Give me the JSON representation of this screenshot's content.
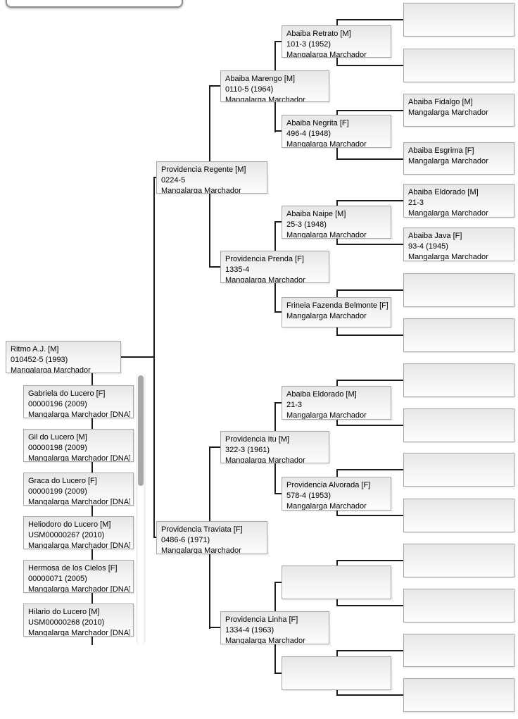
{
  "header": {
    "search_value": ""
  },
  "colors": {
    "connector_line": "#1c1c1c",
    "box_border": "#a9a9a9",
    "box_gradient_top": "#e6e6e6",
    "box_gradient_bottom": "#fcfcfc",
    "scrollbar_thumb": "#a8a8a8"
  },
  "pedigree": {
    "root": {
      "lines": [
        "Ritmo A.J. [M]",
        "010452-5 (1993)",
        "Mangalarga Marchador"
      ]
    },
    "gen2": [
      {
        "lines": [
          "Providencia Regente [M]",
          "0224-5",
          "Mangalarga Marchador"
        ]
      },
      {
        "lines": [
          "Providencia Traviata [F]",
          "0486-6 (1971)",
          "Mangalarga Marchador"
        ]
      }
    ],
    "gen3": [
      {
        "lines": [
          "Abaiba Marengo [M]",
          "0110-5 (1964)",
          "Mangalarga Marchador"
        ]
      },
      {
        "lines": [
          "Providencia Prenda [F]",
          "1335-4",
          "Mangalarga Marchador"
        ]
      },
      {
        "lines": [
          "Providencia Itu [M]",
          "322-3 (1961)",
          "Mangalarga Marchador"
        ]
      },
      {
        "lines": [
          "Providencia Linha [F]",
          "1334-4 (1963)",
          "Mangalarga Marchador"
        ]
      }
    ],
    "gen4": [
      {
        "lines": [
          "Abaiba Retrato [M]",
          "101-3 (1952)",
          "Mangalarga Marchador"
        ]
      },
      {
        "lines": [
          "Abaiba Negrita [F]",
          "496-4 (1948)",
          "Mangalarga Marchador"
        ]
      },
      {
        "lines": [
          "Abaiba Naipe [M]",
          "25-3 (1948)",
          "Mangalarga Marchador"
        ]
      },
      {
        "lines": [
          "Frineia Fazenda Belmonte [F]",
          "Mangalarga Marchador"
        ]
      },
      {
        "lines": [
          "Abaiba Eldorado [M]",
          "21-3",
          "Mangalarga Marchador"
        ]
      },
      {
        "lines": [
          "Providencia Alvorada [F]",
          "578-4 (1953)",
          "Mangalarga Marchador"
        ]
      },
      {
        "lines": []
      },
      {
        "lines": []
      }
    ],
    "gen5": [
      {
        "lines": []
      },
      {
        "lines": []
      },
      {
        "lines": [
          "Abaiba Fidalgo [M]",
          "Mangalarga Marchador"
        ]
      },
      {
        "lines": [
          "Abaiba Esgrima [F]",
          "Mangalarga Marchador"
        ]
      },
      {
        "lines": [
          "Abaiba Eldorado [M]",
          "21-3",
          "Mangalarga Marchador"
        ]
      },
      {
        "lines": [
          "Abaiba Java [F]",
          "93-4 (1945)",
          "Mangalarga Marchador"
        ]
      },
      {
        "lines": []
      },
      {
        "lines": []
      },
      {
        "lines": []
      },
      {
        "lines": []
      },
      {
        "lines": []
      },
      {
        "lines": []
      },
      {
        "lines": []
      },
      {
        "lines": []
      },
      {
        "lines": []
      },
      {
        "lines": []
      }
    ]
  },
  "offspring": {
    "items": [
      {
        "lines": [
          "Gabriela do Lucero [F]",
          "00000196 (2009)",
          "Mangalarga Marchador [DNA]"
        ]
      },
      {
        "lines": [
          "Gil do Lucero [M]",
          "00000198 (2009)",
          "Mangalarga Marchador [DNA]"
        ]
      },
      {
        "lines": [
          "Graca do Lucero [F]",
          "00000199 (2009)",
          "Mangalarga Marchador [DNA]"
        ]
      },
      {
        "lines": [
          "Heliodoro do Lucero [M]",
          "USM00000267 (2010)",
          "Mangalarga Marchador [DNA]"
        ]
      },
      {
        "lines": [
          "Hermosa de los Cielos [F]",
          "00000071 (2005)",
          "Mangalarga Marchador [DNA]"
        ]
      },
      {
        "lines": [
          "Hilario do Lucero [M]",
          "USM00000268 (2010)",
          "Mangalarga Marchador [DNA]"
        ]
      }
    ]
  }
}
